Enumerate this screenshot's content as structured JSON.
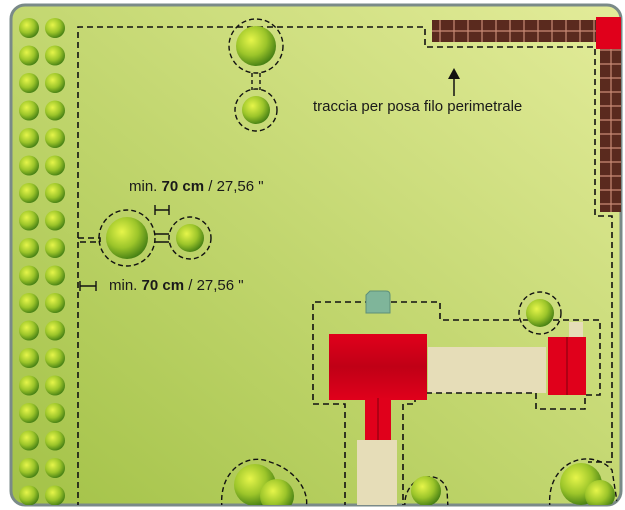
{
  "diagram": {
    "colors": {
      "lawn_light": "#e3ec9a",
      "lawn_dark": "#a3c247",
      "frame": "#7a8a88",
      "boundary": "#111111",
      "house": "#e0001b",
      "path": "#e6ddb8",
      "station": "#7fb59a",
      "fence": "#5a2a1e",
      "tree_light": "#d9f03a",
      "tree_dark": "#3f7a12"
    },
    "annotations": {
      "trench_label": "traccia per posa filo perimetrale",
      "gap_top": {
        "prefix": "min. ",
        "bold": "70 cm",
        "suffix": " / 27,56 \""
      },
      "gap_side": {
        "prefix": "min. ",
        "bold": "70 cm",
        "suffix": " / 27,56 \""
      }
    },
    "icons": [
      "tree-icon",
      "charging-station-icon",
      "up-arrow-icon",
      "gap-marker-icon"
    ]
  }
}
